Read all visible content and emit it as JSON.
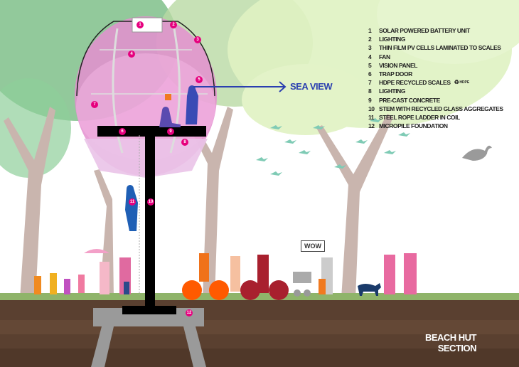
{
  "title": {
    "line1": "BEACH HUT",
    "line2": "SECTION"
  },
  "sea_view_label": "SEA VIEW",
  "speech_bubble": "WOW",
  "legend": [
    {
      "num": "1",
      "label": "SOLAR POWERED BATTERY UNIT"
    },
    {
      "num": "2",
      "label": "LIGHTING"
    },
    {
      "num": "3",
      "label": "THIN FILM PV CELLS LAMINATED TO SCALES"
    },
    {
      "num": "4",
      "label": "FAN"
    },
    {
      "num": "5",
      "label": "VISION PANEL"
    },
    {
      "num": "6",
      "label": "TRAP DOOR"
    },
    {
      "num": "7",
      "label": "HDPE RECYCLED SCALES"
    },
    {
      "num": "8",
      "label": "LIGHTING"
    },
    {
      "num": "9",
      "label": "PRE-CAST CONCRETE"
    },
    {
      "num": "10",
      "label": "STEM WITH RECYCLED GLASS AGGREGATES"
    },
    {
      "num": "11",
      "label": "STEEL ROPE LADDER IN COIL"
    },
    {
      "num": "12",
      "label": "MICROPILE FOUNDATION"
    }
  ],
  "recycle_icon_label": "HDPE",
  "markers": [
    "1",
    "2",
    "3",
    "4",
    "5",
    "6",
    "7",
    "8",
    "9",
    "10",
    "11",
    "12"
  ],
  "colors": {
    "marker": "#e6007e",
    "pod": "#e48fd0",
    "stem": "#000000",
    "arrow": "#2a3fb0",
    "soil": "#5a4030",
    "foundation": "#9a9a9a"
  }
}
